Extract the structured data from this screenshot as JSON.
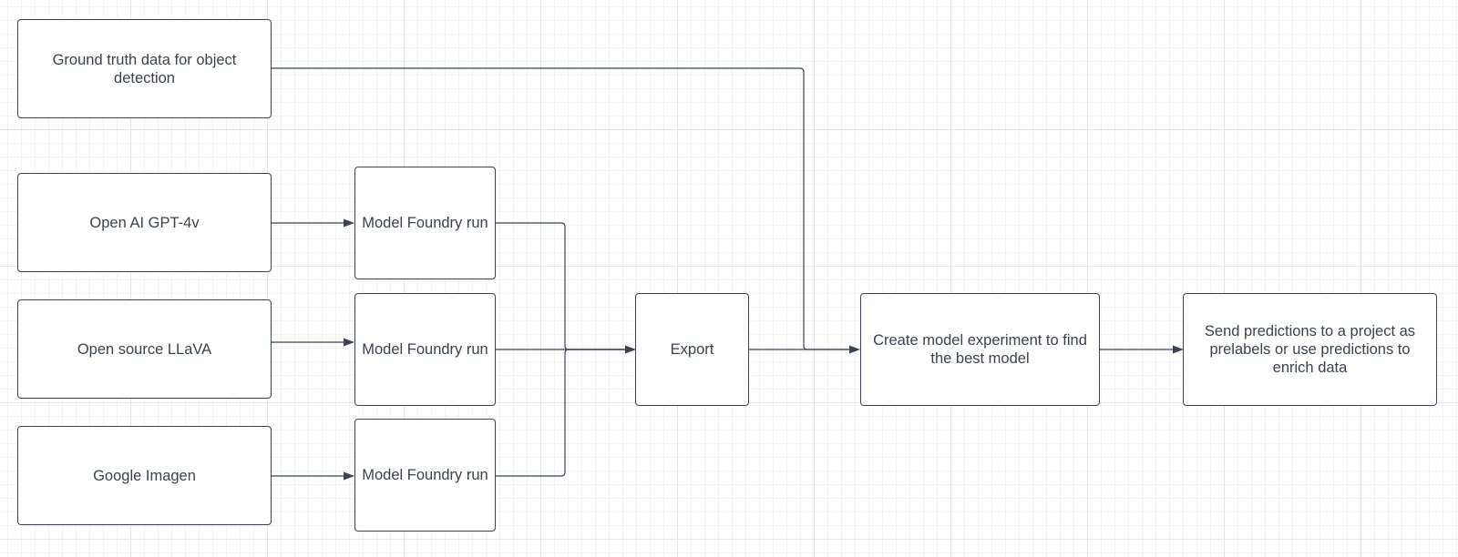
{
  "diagram": {
    "colors": {
      "line": "#3b4354",
      "text": "#3a4150",
      "grid": "#e3e6ea",
      "background": "#ffffff"
    },
    "nodes": {
      "ground_truth": "Ground truth data for object detection",
      "gpt4v": "Open AI GPT-4v",
      "llava": "Open source LLaVA",
      "imagen": "Google Imagen",
      "mf_run_1": "Model Foundry run",
      "mf_run_2": "Model Foundry run",
      "mf_run_3": "Model Foundry run",
      "export": "Export",
      "experiment": "Create model experiment to find the best model",
      "send": "Send predictions to a project as prelabels or use predictions to enrich data"
    },
    "edges": [
      [
        "gpt4v",
        "mf_run_1"
      ],
      [
        "llava",
        "mf_run_2"
      ],
      [
        "imagen",
        "mf_run_3"
      ],
      [
        "mf_run_1",
        "export"
      ],
      [
        "mf_run_2",
        "export"
      ],
      [
        "mf_run_3",
        "export"
      ],
      [
        "export",
        "experiment"
      ],
      [
        "ground_truth",
        "experiment"
      ],
      [
        "experiment",
        "send"
      ]
    ]
  }
}
